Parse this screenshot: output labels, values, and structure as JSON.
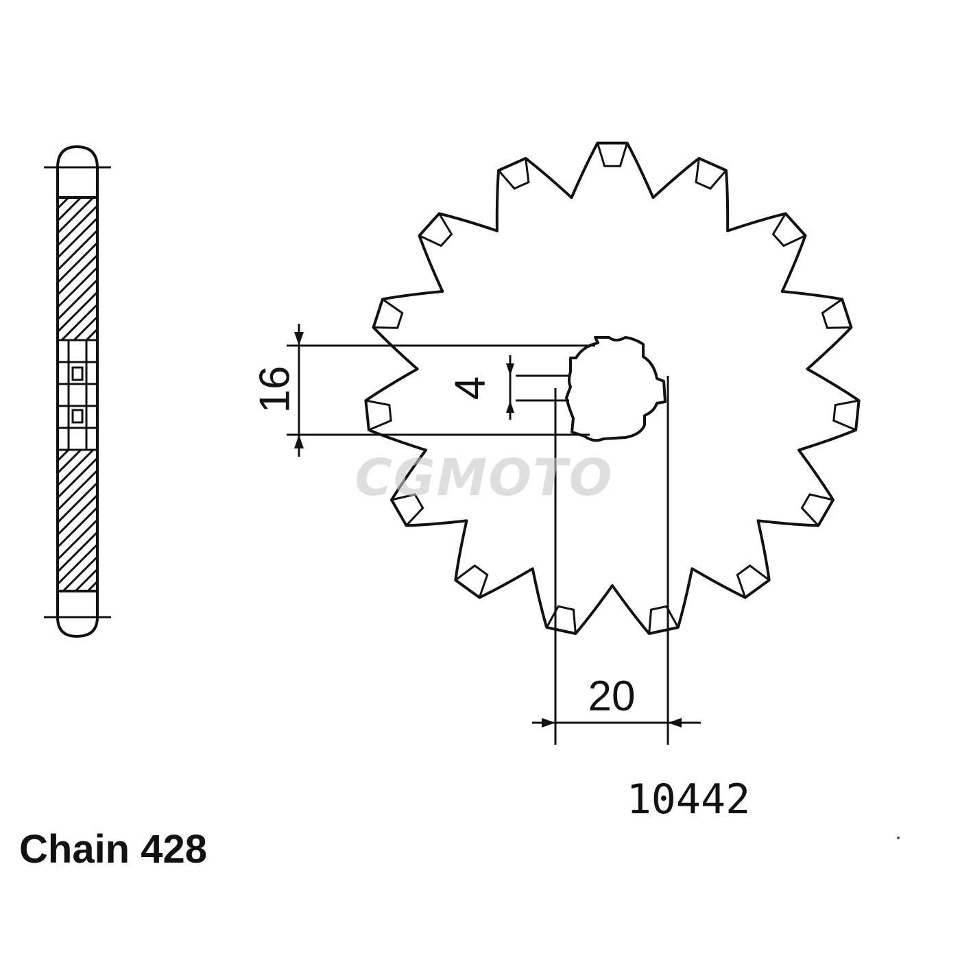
{
  "dimensions": {
    "bore_diameter": "20",
    "spline_height": "16",
    "spline_width": "4"
  },
  "part_number": "10442",
  "chain_label": "Chain 428",
  "watermark": "CGMOTO",
  "sprocket": {
    "teeth": 15
  }
}
